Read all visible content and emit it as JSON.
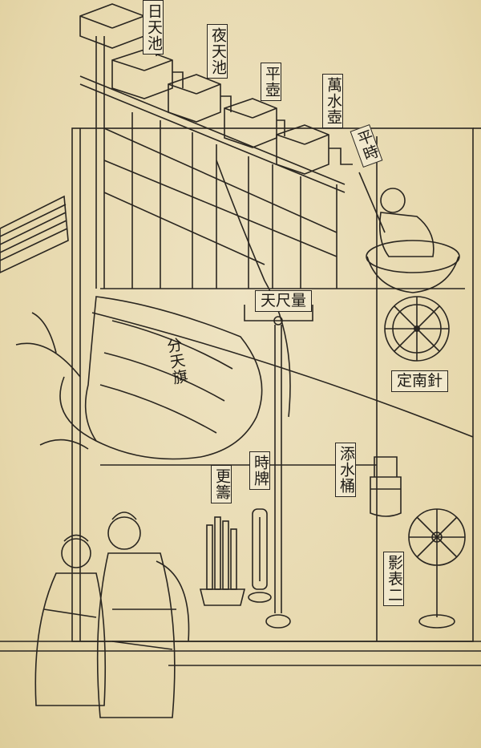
{
  "labels": {
    "day_pool": "日天池",
    "night_pool": "夜天池",
    "ping_pot": "平壺",
    "wanshui_pot": "萬水壺",
    "time_marker": "平時",
    "ruler": "天尺量",
    "compass": "定南針",
    "sky_banner": "分天旗",
    "time_card": "時牌",
    "water_bucket": "添水桶",
    "arrow_rod": "更籌",
    "gnomon": "影表二"
  }
}
